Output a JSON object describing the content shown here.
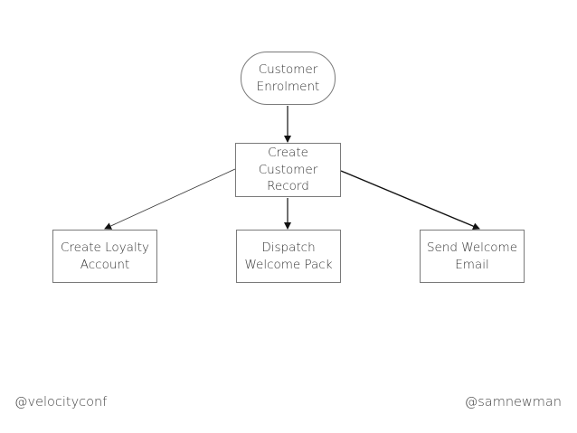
{
  "nodes": {
    "start": "Customer\nEnrolment",
    "record": "Create\nCustomer\nRecord",
    "loyalty": "Create Loyalty\nAccount",
    "dispatch": "Dispatch\nWelcome Pack",
    "email": "Send Welcome\nEmail"
  },
  "footer": {
    "left": "@velocityconf",
    "right": "@samnewman"
  },
  "colors": {
    "border": "#7a7a7a",
    "arrow": "#111111",
    "text": "#333333"
  }
}
